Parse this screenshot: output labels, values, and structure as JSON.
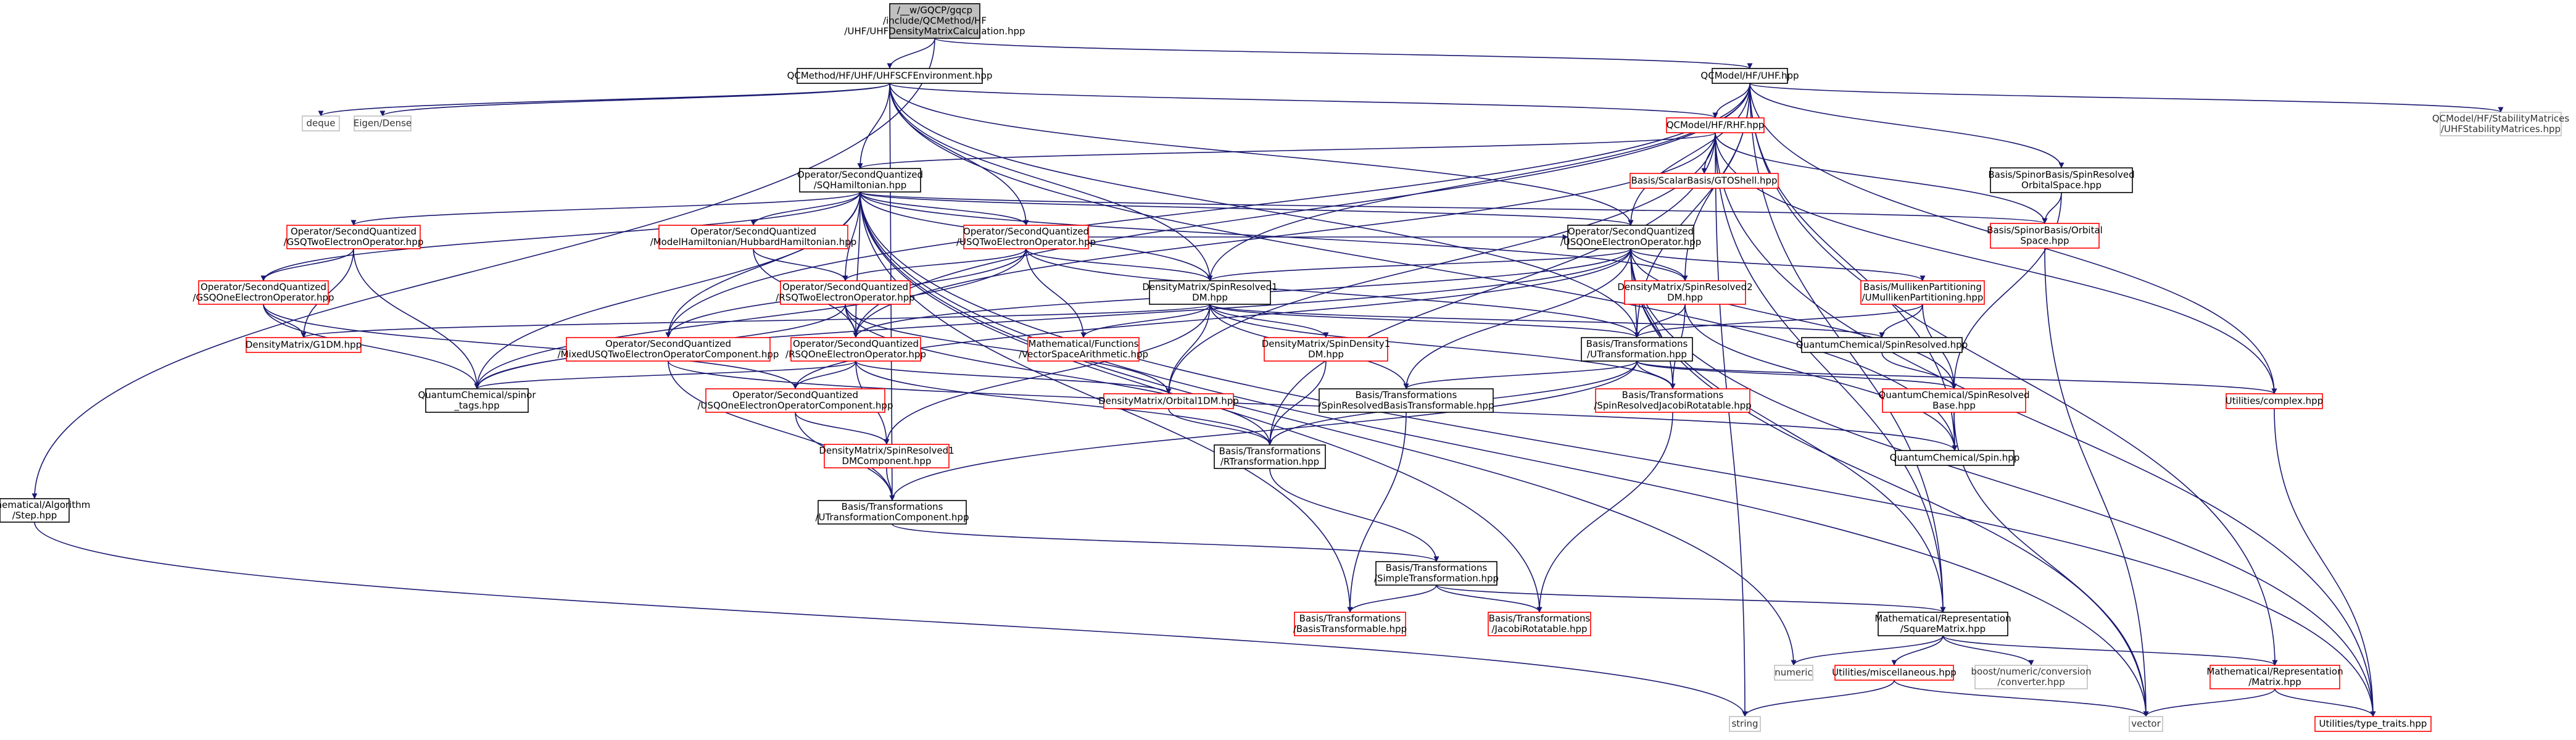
{
  "nodes": [
    {
      "id": "root",
      "lines": [
        "/__w/GQCP/gqcp",
        "/include/QCMethod/HF",
        "/UHF/UHFDensityMatrixCalculation.hpp"
      ],
      "style": "root"
    },
    {
      "id": "uhfscfenv",
      "lines": [
        "QCMethod/HF/UHF/UHFSCFEnvironment.hpp"
      ],
      "style": "black"
    },
    {
      "id": "uhf",
      "lines": [
        "QCModel/HF/UHF.hpp"
      ],
      "style": "black"
    },
    {
      "id": "deque",
      "lines": [
        "deque"
      ],
      "style": "gray"
    },
    {
      "id": "eigendense",
      "lines": [
        "Eigen/Dense"
      ],
      "style": "gray"
    },
    {
      "id": "rhf",
      "lines": [
        "QCModel/HF/RHF.hpp"
      ],
      "style": "red"
    },
    {
      "id": "uhfstab",
      "lines": [
        "QCModel/HF/StabilityMatrices",
        "/UHFStabilityMatrices.hpp"
      ],
      "style": "gray"
    },
    {
      "id": "sqham",
      "lines": [
        "Operator/SecondQuantized",
        "/SQHamiltonian.hpp"
      ],
      "style": "black"
    },
    {
      "id": "gto",
      "lines": [
        "Basis/ScalarBasis/GTOShell.hpp"
      ],
      "style": "red"
    },
    {
      "id": "spinresorb",
      "lines": [
        "Basis/SpinorBasis/SpinResolved",
        "OrbitalSpace.hpp"
      ],
      "style": "black"
    },
    {
      "id": "orbspace",
      "lines": [
        "Basis/SpinorBasis/Orbital",
        "Space.hpp"
      ],
      "style": "red"
    },
    {
      "id": "gsqtwo",
      "lines": [
        "Operator/SecondQuantized",
        "/GSQTwoElectronOperator.hpp"
      ],
      "style": "red"
    },
    {
      "id": "hubbard",
      "lines": [
        "Operator/SecondQuantized",
        "/ModelHamiltonian/HubbardHamiltonian.hpp"
      ],
      "style": "red"
    },
    {
      "id": "usqtwo",
      "lines": [
        "Operator/SecondQuantized",
        "/USQTwoElectronOperator.hpp"
      ],
      "style": "red"
    },
    {
      "id": "usqone",
      "lines": [
        "Operator/SecondQuantized",
        "/USQOneElectronOperator.hpp"
      ],
      "style": "black"
    },
    {
      "id": "gsqone",
      "lines": [
        "Operator/SecondQuantized",
        "/GSQOneElectronOperator.hpp"
      ],
      "style": "red"
    },
    {
      "id": "rsqtwo",
      "lines": [
        "Operator/SecondQuantized",
        "/RSQTwoElectronOperator.hpp"
      ],
      "style": "red"
    },
    {
      "id": "srdm1",
      "lines": [
        "DensityMatrix/SpinResolved1",
        "DM.hpp"
      ],
      "style": "black"
    },
    {
      "id": "srdm2",
      "lines": [
        "DensityMatrix/SpinResolved2",
        "DM.hpp"
      ],
      "style": "red"
    },
    {
      "id": "mulliken",
      "lines": [
        "Basis/MullikenPartitioning",
        "/UMullikenPartitioning.hpp"
      ],
      "style": "red"
    },
    {
      "id": "g1dm",
      "lines": [
        "DensityMatrix/G1DM.hpp"
      ],
      "style": "red"
    },
    {
      "id": "mixedusq",
      "lines": [
        "Operator/SecondQuantized",
        "/MixedUSQTwoElectronOperatorComponent.hpp"
      ],
      "style": "red"
    },
    {
      "id": "rsqone",
      "lines": [
        "Operator/SecondQuantized",
        "/RSQOneElectronOperator.hpp"
      ],
      "style": "red"
    },
    {
      "id": "vecspace",
      "lines": [
        "Mathematical/Functions",
        "/VectorSpaceArithmetic.hpp"
      ],
      "style": "red"
    },
    {
      "id": "spindens1",
      "lines": [
        "DensityMatrix/SpinDensity1",
        "DM.hpp"
      ],
      "style": "red"
    },
    {
      "id": "utrans",
      "lines": [
        "Basis/Transformations",
        "/UTransformation.hpp"
      ],
      "style": "black"
    },
    {
      "id": "qcspinres",
      "lines": [
        "QuantumChemical/SpinResolved.hpp"
      ],
      "style": "black"
    },
    {
      "id": "spinortags",
      "lines": [
        "QuantumChemical/spinor",
        "_tags.hpp"
      ],
      "style": "black"
    },
    {
      "id": "usqonecomp",
      "lines": [
        "Operator/SecondQuantized",
        "/USQOneElectronOperatorComponent.hpp"
      ],
      "style": "red"
    },
    {
      "id": "orb1dm",
      "lines": [
        "DensityMatrix/Orbital1DM.hpp"
      ],
      "style": "red"
    },
    {
      "id": "srbasistrans",
      "lines": [
        "Basis/Transformations",
        "/SpinResolvedBasisTransformable.hpp"
      ],
      "style": "black"
    },
    {
      "id": "srjacobi",
      "lines": [
        "Basis/Transformations",
        "/SpinResolvedJacobiRotatable.hpp"
      ],
      "style": "red"
    },
    {
      "id": "qcspinresbase",
      "lines": [
        "QuantumChemical/SpinResolved",
        "Base.hpp"
      ],
      "style": "red"
    },
    {
      "id": "complex",
      "lines": [
        "Utilities/complex.hpp"
      ],
      "style": "red"
    },
    {
      "id": "srdm1comp",
      "lines": [
        "DensityMatrix/SpinResolved1",
        "DMComponent.hpp"
      ],
      "style": "red"
    },
    {
      "id": "rtrans",
      "lines": [
        "Basis/Transformations",
        "/RTransformation.hpp"
      ],
      "style": "black"
    },
    {
      "id": "qcspin",
      "lines": [
        "QuantumChemical/Spin.hpp"
      ],
      "style": "black"
    },
    {
      "id": "step",
      "lines": [
        "Mathematical/Algorithm",
        "/Step.hpp"
      ],
      "style": "black"
    },
    {
      "id": "utranscomp",
      "lines": [
        "Basis/Transformations",
        "/UTransformationComponent.hpp"
      ],
      "style": "black"
    },
    {
      "id": "simpletrans",
      "lines": [
        "Basis/Transformations",
        "/SimpleTransformation.hpp"
      ],
      "style": "black"
    },
    {
      "id": "basistrans",
      "lines": [
        "Basis/Transformations",
        "/BasisTransformable.hpp"
      ],
      "style": "red"
    },
    {
      "id": "jacobirot",
      "lines": [
        "Basis/Transformations",
        "/JacobiRotatable.hpp"
      ],
      "style": "red"
    },
    {
      "id": "squarematrix",
      "lines": [
        "Mathematical/Representation",
        "/SquareMatrix.hpp"
      ],
      "style": "black"
    },
    {
      "id": "numeric",
      "lines": [
        "numeric"
      ],
      "style": "gray"
    },
    {
      "id": "misc",
      "lines": [
        "Utilities/miscellaneous.hpp"
      ],
      "style": "red"
    },
    {
      "id": "boostconv",
      "lines": [
        "boost/numeric/conversion",
        "/converter.hpp"
      ],
      "style": "gray"
    },
    {
      "id": "matrix",
      "lines": [
        "Mathematical/Representation",
        "/Matrix.hpp"
      ],
      "style": "red"
    },
    {
      "id": "string",
      "lines": [
        "string"
      ],
      "style": "gray"
    },
    {
      "id": "vector",
      "lines": [
        "vector"
      ],
      "style": "gray"
    },
    {
      "id": "typetraits",
      "lines": [
        "Utilities/type_traits.hpp"
      ],
      "style": "red"
    }
  ],
  "edges": [
    [
      "root",
      "uhfscfenv"
    ],
    [
      "root",
      "uhf"
    ],
    [
      "root",
      "step"
    ],
    [
      "uhfscfenv",
      "deque"
    ],
    [
      "uhfscfenv",
      "eigendense"
    ],
    [
      "uhfscfenv",
      "rhf"
    ],
    [
      "uhfscfenv",
      "sqham"
    ],
    [
      "uhfscfenv",
      "usqone"
    ],
    [
      "uhfscfenv",
      "usqtwo"
    ],
    [
      "uhfscfenv",
      "srdm1"
    ],
    [
      "uhfscfenv",
      "utrans"
    ],
    [
      "uhfscfenv",
      "utranscomp"
    ],
    [
      "uhfscfenv",
      "qcspin"
    ],
    [
      "uhf",
      "rhf"
    ],
    [
      "uhf",
      "uhfstab"
    ],
    [
      "uhf",
      "spinresorb"
    ],
    [
      "uhf",
      "srdm1"
    ],
    [
      "uhf",
      "srdm2"
    ],
    [
      "uhf",
      "usqone"
    ],
    [
      "uhf",
      "utrans"
    ],
    [
      "uhf",
      "squarematrix"
    ],
    [
      "uhf",
      "matrix"
    ],
    [
      "uhf",
      "complex"
    ],
    [
      "uhf",
      "qcspin"
    ],
    [
      "uhf",
      "mixedusq"
    ],
    [
      "uhf",
      "rsqone"
    ],
    [
      "rhf",
      "sqham"
    ],
    [
      "rhf",
      "gto"
    ],
    [
      "rhf",
      "orbspace"
    ],
    [
      "rhf",
      "rsqone"
    ],
    [
      "rhf",
      "orb1dm"
    ],
    [
      "rhf",
      "rtrans"
    ],
    [
      "rhf",
      "squarematrix"
    ],
    [
      "rhf",
      "string"
    ],
    [
      "rhf",
      "typetraits"
    ],
    [
      "rhf",
      "complex"
    ],
    [
      "spinresorb",
      "orbspace"
    ],
    [
      "spinresorb",
      "qcspinresbase"
    ],
    [
      "orbspace",
      "vector"
    ],
    [
      "sqham",
      "gsqtwo"
    ],
    [
      "sqham",
      "gsqone"
    ],
    [
      "sqham",
      "hubbard"
    ],
    [
      "sqham",
      "usqtwo"
    ],
    [
      "sqham",
      "rsqtwo"
    ],
    [
      "sqham",
      "usqone"
    ],
    [
      "sqham",
      "rsqone"
    ],
    [
      "sqham",
      "mixedusq"
    ],
    [
      "sqham",
      "srdm1"
    ],
    [
      "sqham",
      "srdm2"
    ],
    [
      "sqham",
      "orbspace"
    ],
    [
      "sqham",
      "spinortags"
    ],
    [
      "sqham",
      "basistrans"
    ],
    [
      "sqham",
      "numeric"
    ],
    [
      "sqham",
      "jacobirot"
    ],
    [
      "sqham",
      "vector"
    ],
    [
      "sqham",
      "typetraits"
    ],
    [
      "gsqtwo",
      "gsqone"
    ],
    [
      "gsqtwo",
      "g1dm"
    ],
    [
      "gsqtwo",
      "spinortags"
    ],
    [
      "gsqone",
      "g1dm"
    ],
    [
      "gsqone",
      "spinortags"
    ],
    [
      "gsqone",
      "usqonecomp"
    ],
    [
      "hubbard",
      "rsqtwo"
    ],
    [
      "hubbard",
      "rsqone"
    ],
    [
      "usqtwo",
      "rsqtwo"
    ],
    [
      "usqtwo",
      "mixedusq"
    ],
    [
      "usqtwo",
      "usqone"
    ],
    [
      "usqtwo",
      "srdm1"
    ],
    [
      "usqtwo",
      "vecspace"
    ],
    [
      "usqtwo",
      "utrans"
    ],
    [
      "usqtwo",
      "spinortags"
    ],
    [
      "usqone",
      "srdm1"
    ],
    [
      "usqone",
      "srdm2"
    ],
    [
      "usqone",
      "mulliken"
    ],
    [
      "usqone",
      "usqonecomp"
    ],
    [
      "usqone",
      "utrans"
    ],
    [
      "usqone",
      "rsqone"
    ],
    [
      "usqone",
      "spinortags"
    ],
    [
      "usqone",
      "qcspinresbase"
    ],
    [
      "usqone",
      "squarematrix"
    ],
    [
      "usqone",
      "srbasistrans"
    ],
    [
      "usqone",
      "srjacobi"
    ],
    [
      "usqone",
      "vector"
    ],
    [
      "usqone",
      "typetraits"
    ],
    [
      "rsqtwo",
      "rsqone"
    ],
    [
      "rsqtwo",
      "orb1dm"
    ],
    [
      "rsqtwo",
      "rtrans"
    ],
    [
      "rsqtwo",
      "spinortags"
    ],
    [
      "srdm1",
      "g1dm"
    ],
    [
      "srdm1",
      "orb1dm"
    ],
    [
      "srdm1",
      "srdm1comp"
    ],
    [
      "srdm1",
      "spindens1"
    ],
    [
      "srdm1",
      "vecspace"
    ],
    [
      "srdm1",
      "utrans"
    ],
    [
      "srdm1",
      "srbasistrans"
    ],
    [
      "srdm1",
      "srjacobi"
    ],
    [
      "srdm1",
      "qcspinres"
    ],
    [
      "srdm2",
      "utrans"
    ],
    [
      "srdm2",
      "qcspin"
    ],
    [
      "srdm2",
      "srjacobi"
    ],
    [
      "mulliken",
      "utrans"
    ],
    [
      "mulliken",
      "qcspinres"
    ],
    [
      "mulliken",
      "qcspinresbase"
    ],
    [
      "mixedusq",
      "utranscomp"
    ],
    [
      "mixedusq",
      "qcspin"
    ],
    [
      "rsqone",
      "orb1dm"
    ],
    [
      "rsqone",
      "spinortags"
    ],
    [
      "rsqone",
      "usqonecomp"
    ],
    [
      "rsqone",
      "srdm1comp"
    ],
    [
      "rsqone",
      "rtrans"
    ],
    [
      "spindens1",
      "rtrans"
    ],
    [
      "utrans",
      "rtrans"
    ],
    [
      "utrans",
      "utranscomp"
    ],
    [
      "utrans",
      "srbasistrans"
    ],
    [
      "utrans",
      "srjacobi"
    ],
    [
      "utrans",
      "qcspinresbase"
    ],
    [
      "utrans",
      "complex"
    ],
    [
      "qcspinres",
      "qcspinresbase"
    ],
    [
      "usqonecomp",
      "srdm1comp"
    ],
    [
      "usqonecomp",
      "utranscomp"
    ],
    [
      "orb1dm",
      "rtrans"
    ],
    [
      "srbasistrans",
      "basistrans"
    ],
    [
      "srjacobi",
      "jacobirot"
    ],
    [
      "qcspinresbase",
      "qcspin"
    ],
    [
      "qcspinresbase",
      "vector"
    ],
    [
      "complex",
      "typetraits"
    ],
    [
      "srdm1comp",
      "utranscomp"
    ],
    [
      "rtrans",
      "simpletrans"
    ],
    [
      "utranscomp",
      "simpletrans"
    ],
    [
      "step",
      "string"
    ],
    [
      "simpletrans",
      "basistrans"
    ],
    [
      "simpletrans",
      "jacobirot"
    ],
    [
      "simpletrans",
      "squarematrix"
    ],
    [
      "squarematrix",
      "numeric"
    ],
    [
      "squarematrix",
      "misc"
    ],
    [
      "squarematrix",
      "boostconv"
    ],
    [
      "squarematrix",
      "matrix"
    ],
    [
      "misc",
      "string"
    ],
    [
      "misc",
      "vector"
    ],
    [
      "matrix",
      "vector"
    ],
    [
      "matrix",
      "typetraits"
    ]
  ]
}
